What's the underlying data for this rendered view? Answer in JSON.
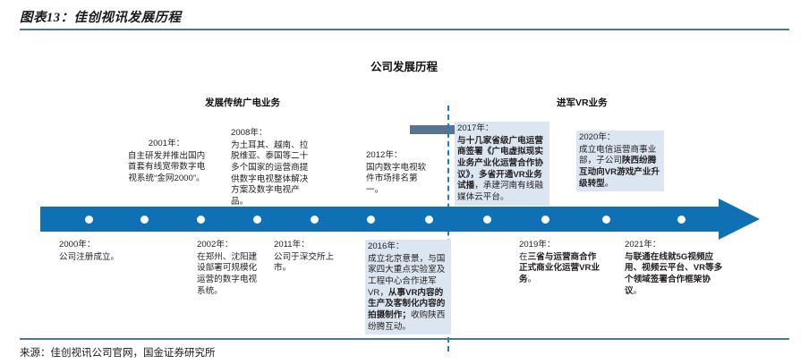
{
  "exhibit": {
    "title": "图表13：佳创视讯发展历程",
    "source": "来源：佳创视讯公司官网，国金证券研究所"
  },
  "diagram": {
    "heading": "公司发展历程",
    "phase_left_label": "发展传统广电业务",
    "phase_right_label": "进军VR业务",
    "divider_icon": "dashed-vertical-divider",
    "arrow_icon": "right-arrow",
    "timeline_arrow_icon": "timeline-right-arrow",
    "colors": {
      "timeline_blue": "#1070b4",
      "gray_arrow": "#5a7391",
      "divider_blue": "#1f7ec1",
      "rule": "#4a7894",
      "highlight_shade": "#dce6f1"
    }
  },
  "events_above": [
    {
      "year": "2001年：",
      "text": "自主研发并推出国内首套有线宽带数字电视系统“金网2000”。",
      "bold_text": ""
    },
    {
      "year": "2008年：",
      "text": "为土耳其、越南、拉脱维亚、泰国等二十多个国家的运营商提供数字电视整体解决方案及数字电视产品。",
      "bold_text": ""
    },
    {
      "year": "2012年：",
      "text": "国内数字电视软件市场排名第一。",
      "bold_text": ""
    },
    {
      "year": "2017年：",
      "text_lead": "",
      "bold_text": "与十几家省级广电运营商签署《广电虚拟现实业务产业化运营合作协议》，多省开通VR业务试播",
      "text_tail": "，承建河南有线融媒体云平台。"
    },
    {
      "year": "2020年：",
      "text_lead": "成立电信运营商事业部，子公司",
      "bold_text": "陕西纷腾互动向VR游戏产业升级转型",
      "text_tail": "。"
    }
  ],
  "events_below": [
    {
      "year": "2000年：",
      "text": "公司注册成立。",
      "bold_text": ""
    },
    {
      "year": "2002年：",
      "text": "在郑州、沈阳建设部署可规模化运营的数字电视系统。",
      "bold_text": ""
    },
    {
      "year": "2011年：",
      "text": "公司于深交所上市。",
      "bold_text": ""
    },
    {
      "year": "2016年：",
      "text_lead": "成立北京意景，与国家四大重点实验室及工程中心合作进军VR，",
      "bold_text": "从事VR内容的生产及客制化内容的拍摄制作；",
      "text_tail": "收购陕西纷腾互动。"
    },
    {
      "year": "2019年：",
      "text_lead": "在",
      "bold_text": "三省与运营商合作正式商业化运营VR业务",
      "text_tail": "。"
    },
    {
      "year": "2021年：",
      "text_lead": "",
      "bold_text": "与联通在线就5G视频应用、视频云平台、VR等多个领域签署合作框架协议",
      "text_tail": "。"
    }
  ],
  "timeline_dots": 11
}
